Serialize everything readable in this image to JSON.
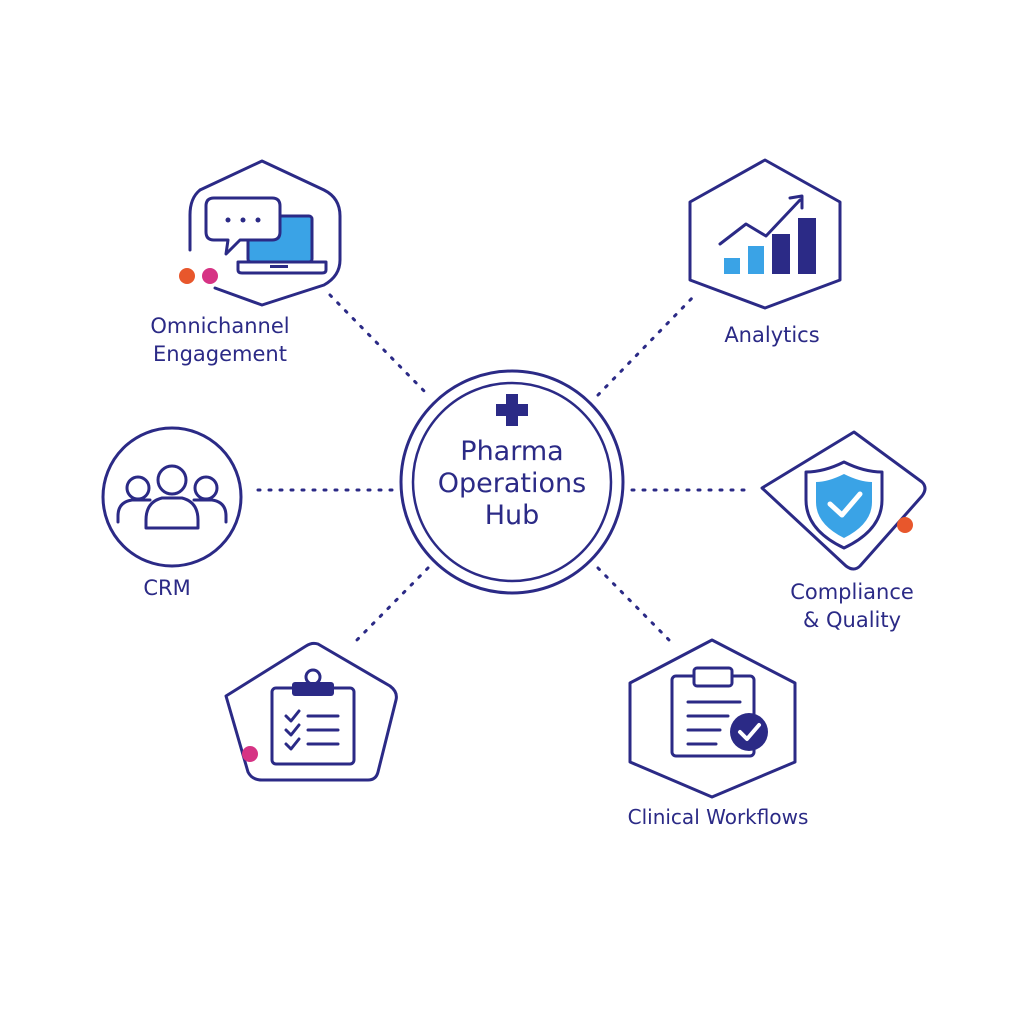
{
  "hub": {
    "lines": [
      "Pharma",
      "Operations",
      "Hub"
    ],
    "icon": "medical-cross-icon"
  },
  "nodes": {
    "omnichannel": {
      "line1": "Omnichannel",
      "line2": "Engagement",
      "icon": "chat-laptop-icon"
    },
    "analytics": {
      "label": "Analytics",
      "icon": "bar-chart-growth-icon"
    },
    "crm": {
      "label": "CRM",
      "icon": "users-group-icon"
    },
    "compliance": {
      "line1": "Compliance",
      "line2": "& Quality",
      "icon": "shield-check-icon"
    },
    "clipboard": {
      "icon": "clipboard-checklist-icon"
    },
    "clinical": {
      "label": "Clinical Workflows",
      "icon": "clipboard-check-icon"
    }
  },
  "colors": {
    "navy": "#2b2a86",
    "blue": "#3aa3e6",
    "magenta": "#d63384",
    "orange": "#e8572c"
  }
}
